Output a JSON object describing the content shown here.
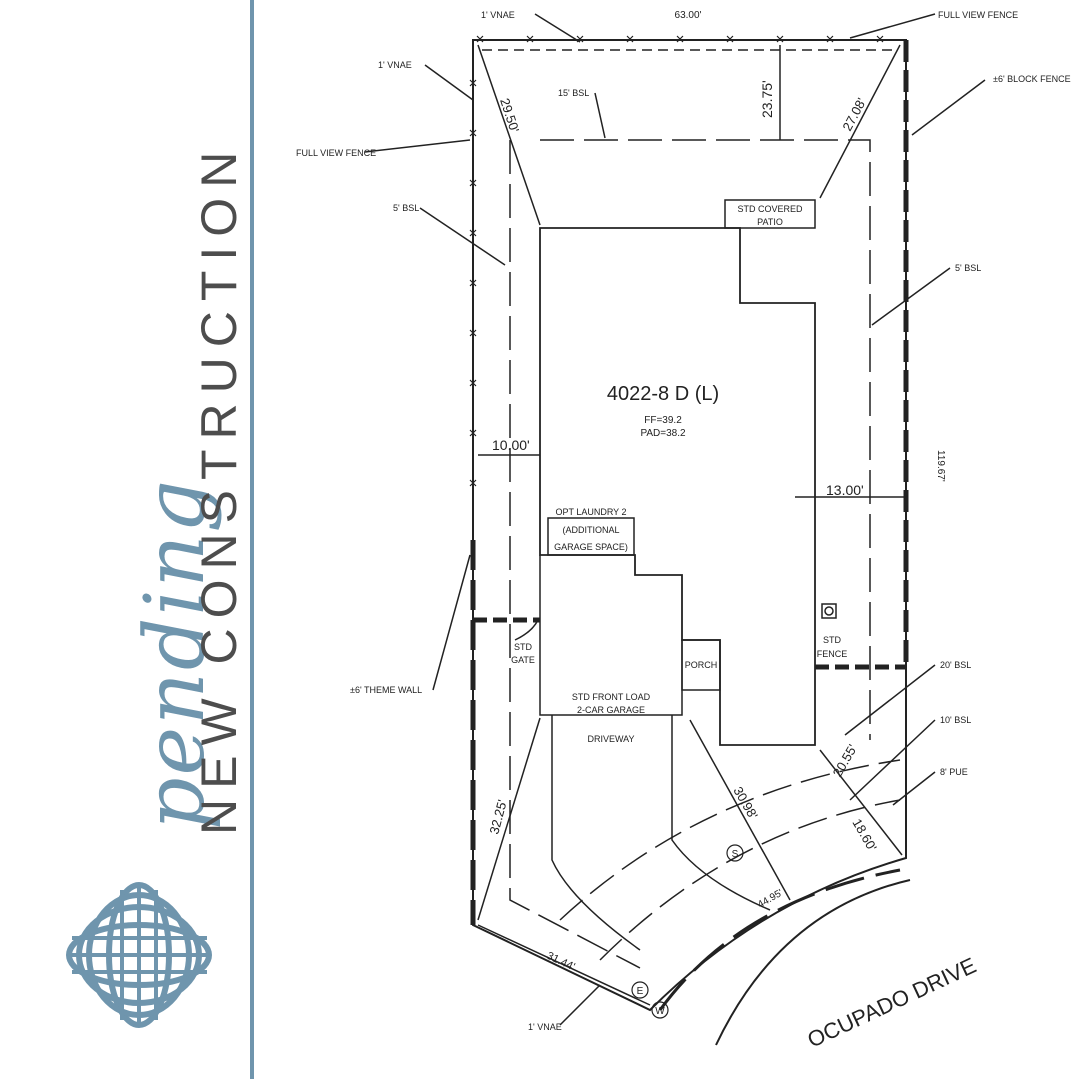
{
  "branding": {
    "status_script": "pending",
    "headline": "NEW CONSTRUCTION",
    "logo_icon": "interlaced-circles-logo-icon",
    "accent_color": "#6f95ad",
    "text_color": "#4d4d4d"
  },
  "plot_plan": {
    "lot_label": "4022-8 D (L)",
    "ff": "FF=39.2",
    "pad": "PAD=38.2",
    "street": "OCUPADO DRIVE",
    "dim_top": "63.00'",
    "dim_right": "119.67'",
    "dim_29": "29.50'",
    "dim_23": "23.75'",
    "dim_27": "27.08'",
    "dim_10": "10.00'",
    "dim_13": "13.00'",
    "dim_32": "32.25'",
    "dim_31": "31.44'",
    "dim_30": "30.98'",
    "dim_44": "44.95'",
    "dim_20": "20.55'",
    "dim_18": "18.60'",
    "note_vnae_top": "1' VNAE",
    "note_fullview_top": "FULL VIEW FENCE",
    "note_vnae_left": "1' VNAE",
    "note_15bsl": "15' BSL",
    "note_block_fence": "±6' BLOCK FENCE",
    "note_fullview_left": "FULL VIEW FENCE",
    "note_5bsl_left": "5' BSL",
    "note_5bsl_right": "5' BSL",
    "note_theme_wall": "±6' THEME WALL",
    "note_20bsl": "20' BSL",
    "note_10bsl": "10' BSL",
    "note_8pue": "8' PUE",
    "note_vnae_bottom": "1' VNAE",
    "patio_line1": "STD COVERED",
    "patio_line2": "PATIO",
    "laundry_line1": "OPT LAUNDRY 2",
    "laundry_line2": "(ADDITIONAL",
    "laundry_line3": "GARAGE SPACE)",
    "gate_line1": "STD",
    "gate_line2": "GATE",
    "porch": "PORCH",
    "fence_line1": "STD",
    "fence_line2": "FENCE",
    "garage_line1": "STD FRONT LOAD",
    "garage_line2": "2-CAR GARAGE",
    "driveway": "DRIVEWAY",
    "marker_s": "S",
    "marker_e": "E",
    "marker_w": "W"
  }
}
